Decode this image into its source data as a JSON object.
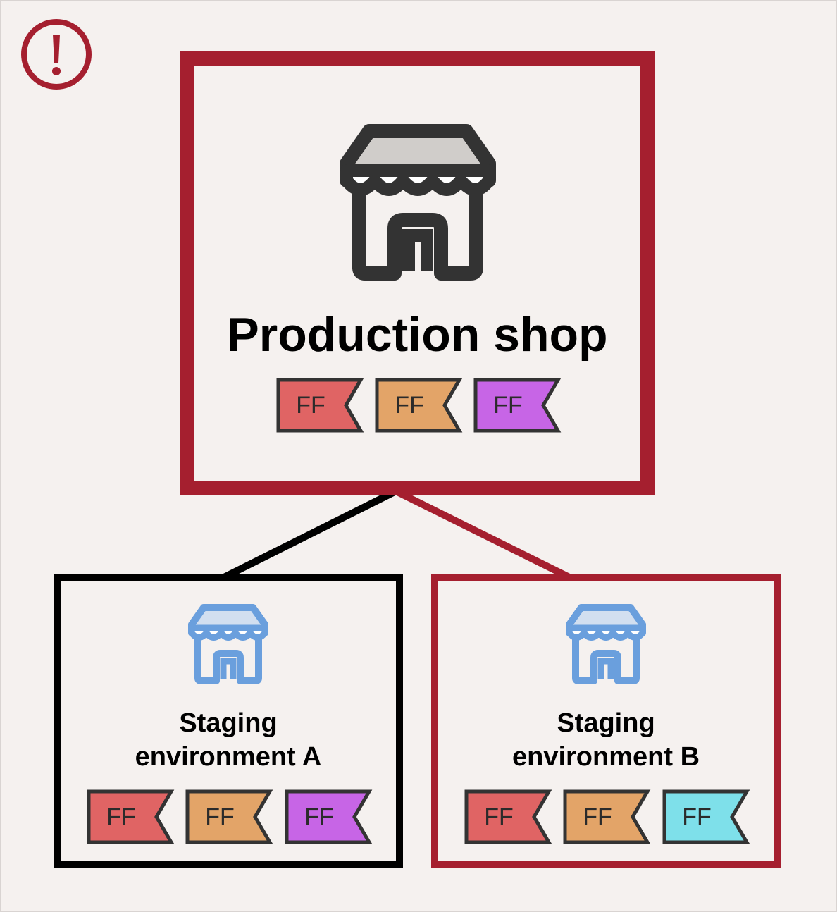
{
  "colors": {
    "alert_red": "#a51f2f",
    "neutral_black": "#000000",
    "background": "#f5f1ef",
    "flag_red": "#e06464",
    "flag_orange": "#e3a468",
    "flag_purple": "#c765e6",
    "flag_cyan": "#7ee0ea",
    "store_gray_roof": "#d0cdca",
    "store_blue": "#6a9fdd",
    "store_blue_roof": "#d2dff0"
  },
  "alert": {
    "icon": "exclamation-circle-icon"
  },
  "production": {
    "label": "Production shop",
    "icon": "storefront-icon",
    "flags": [
      {
        "text": "FF",
        "color": "#e06464"
      },
      {
        "text": "FF",
        "color": "#e3a468"
      },
      {
        "text": "FF",
        "color": "#c765e6"
      }
    ]
  },
  "staging_a": {
    "label_line1": "Staging",
    "label_line2": "environment A",
    "icon": "storefront-icon",
    "flags": [
      {
        "text": "FF",
        "color": "#e06464"
      },
      {
        "text": "FF",
        "color": "#e3a468"
      },
      {
        "text": "FF",
        "color": "#c765e6"
      }
    ]
  },
  "staging_b": {
    "label_line1": "Staging",
    "label_line2": "environment B",
    "icon": "storefront-icon",
    "flags": [
      {
        "text": "FF",
        "color": "#e06464"
      },
      {
        "text": "FF",
        "color": "#e3a468"
      },
      {
        "text": "FF",
        "color": "#7ee0ea"
      }
    ]
  }
}
